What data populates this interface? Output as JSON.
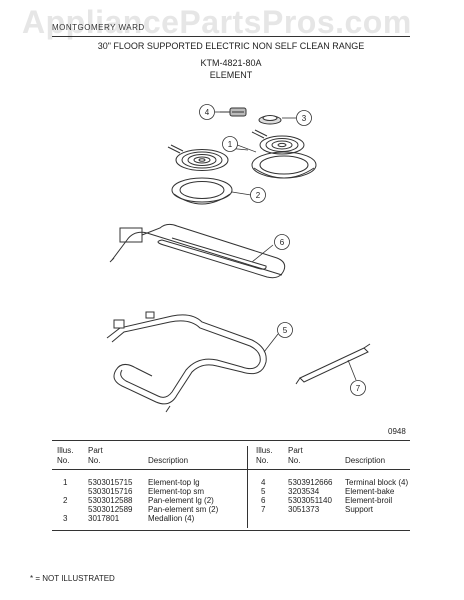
{
  "header": {
    "watermark": "AppliancePartsPros.com",
    "manufacturer": "MONTGOMERY WARD",
    "title": "30\" FLOOR SUPPORTED ELECTRIC NON SELF CLEAN RANGE",
    "model": "KTM-4821-80A",
    "section": "ELEMENT"
  },
  "figure_number": "0948",
  "callouts": [
    "1",
    "2",
    "3",
    "4",
    "5",
    "6",
    "7"
  ],
  "table": {
    "headers": {
      "illus": "Illus.\nNo.",
      "part": "Part\nNo.",
      "description": "Description"
    },
    "left": [
      {
        "illus": "1",
        "part": "5303015715",
        "description": "Element-top lg"
      },
      {
        "illus": "",
        "part": "5303015716",
        "description": "Element-top sm"
      },
      {
        "illus": "2",
        "part": "5303012588",
        "description": "Pan-element lg (2)"
      },
      {
        "illus": "",
        "part": "5303012589",
        "description": "Pan-element sm (2)"
      },
      {
        "illus": "3",
        "part": "3017801",
        "description": "Medallion (4)"
      }
    ],
    "right": [
      {
        "illus": "4",
        "part": "5303912666",
        "description": "Terminal block (4)"
      },
      {
        "illus": "5",
        "part": "3203534",
        "description": "Element-bake"
      },
      {
        "illus": "6",
        "part": "5303051140",
        "description": "Element-broil"
      },
      {
        "illus": "7",
        "part": "3051373",
        "description": "Support"
      }
    ]
  },
  "footer": "* = NOT ILLUSTRATED"
}
